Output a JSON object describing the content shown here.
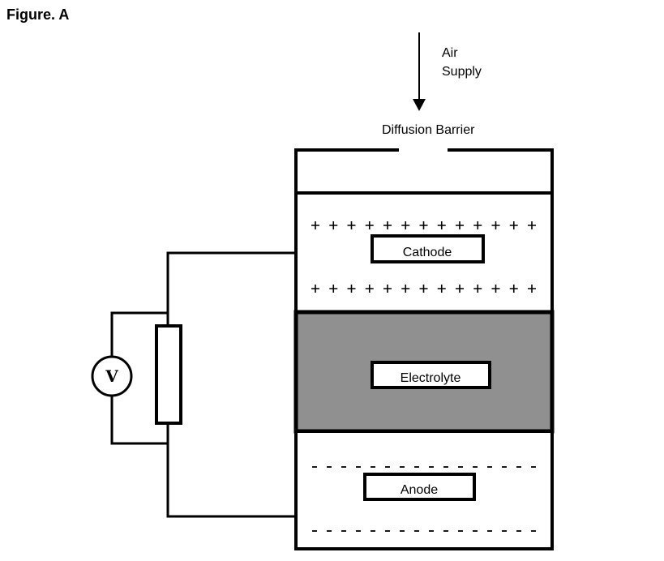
{
  "figure": {
    "title": "Figure. A"
  },
  "air_supply": {
    "label_line1": "Air",
    "label_line2": "Supply",
    "arrow_icon": "down-arrow-icon"
  },
  "diffusion_barrier": {
    "label": "Diffusion Barrier"
  },
  "layers": {
    "cathode": {
      "label": "Cathode",
      "charge_symbol": "+",
      "charge_count_per_row": 13,
      "rows": 2,
      "fill": "#ffffff"
    },
    "electrolyte": {
      "label": "Electrolyte",
      "fill": "#909090"
    },
    "anode": {
      "label": "Anode",
      "charge_symbol": "-",
      "charge_count_per_row": 16,
      "rows": 2,
      "fill": "#ffffff"
    }
  },
  "circuit": {
    "voltmeter_label": "V",
    "components": [
      "voltmeter",
      "resistor"
    ]
  },
  "colors": {
    "stroke": "#000000",
    "electrolyte": "#909090",
    "background": "#ffffff"
  }
}
